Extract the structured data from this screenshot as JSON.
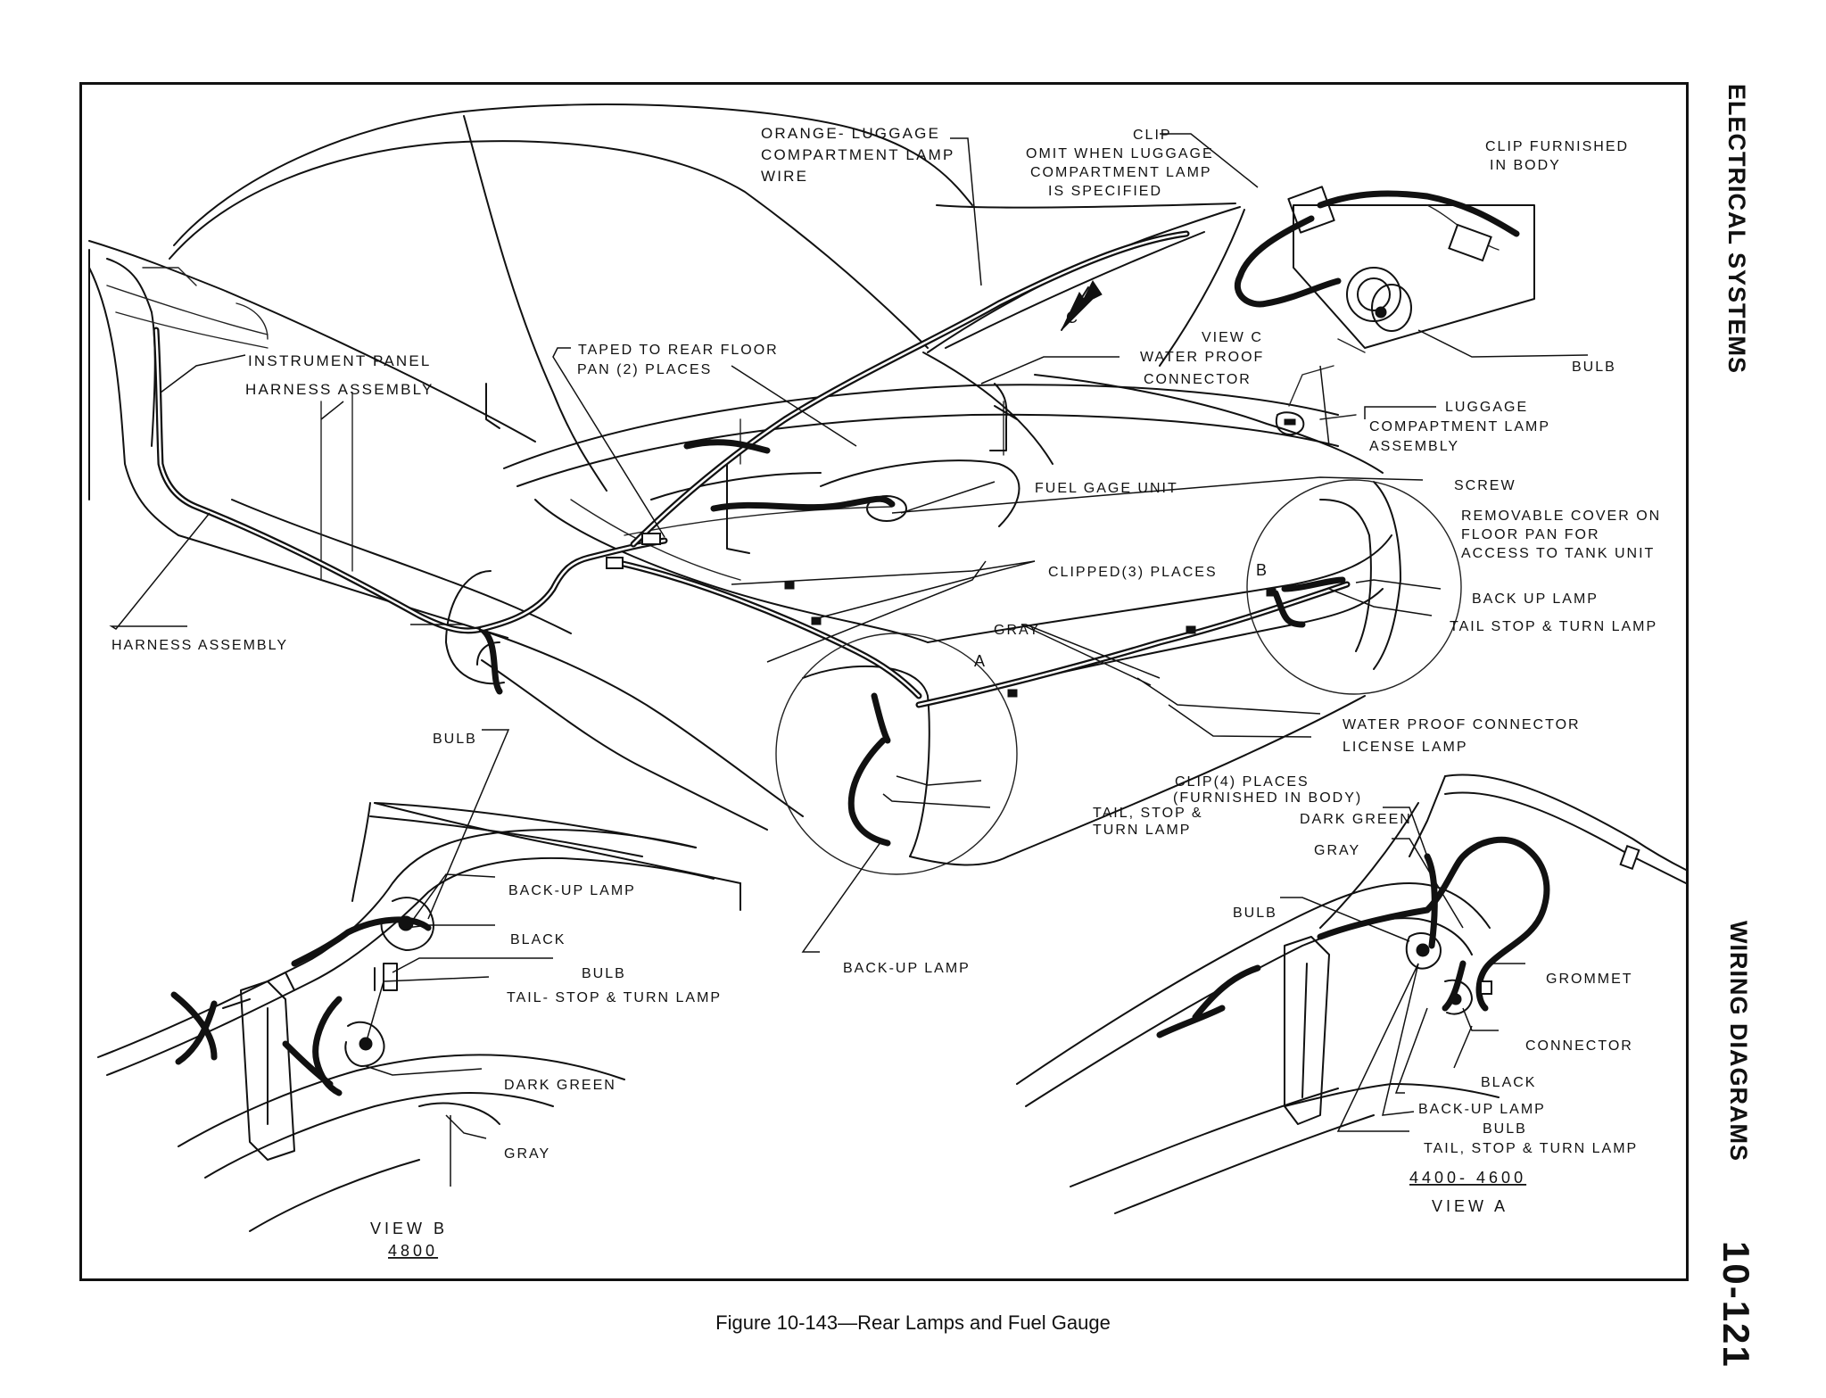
{
  "page": {
    "section_title": "ELECTRICAL SYSTEMS",
    "diagram_title": "WIRING DIAGRAMS",
    "page_number": "10-121",
    "caption": "Figure 10-143—Rear Lamps and Fuel Gauge"
  },
  "views": {
    "view_c": "VIEW C",
    "view_b": "VIEW B",
    "view_b_model": "4800",
    "view_a": "VIEW A",
    "view_a_models": "4400- 4600",
    "callout_c": "C",
    "callout_b": "B",
    "callout_a": "A"
  },
  "labels": {
    "orange_luggage_1": "ORANGE- LUGGAGE",
    "orange_luggage_2": "COMPARTMENT LAMP",
    "orange_luggage_3": "WIRE",
    "clip_1": "CLIP",
    "clip_2": "OMIT WHEN LUGGAGE",
    "clip_3": "COMPARTMENT LAMP",
    "clip_4": "IS SPECIFIED",
    "clip_furnished_1": "CLIP FURNISHED",
    "clip_furnished_2": "IN BODY",
    "bulb_top": "BULB",
    "luggage_lamp_1": "LUGGAGE",
    "luggage_lamp_2": "COMPAPTMENT LAMP",
    "luggage_lamp_3": "ASSEMBLY",
    "screw": "SCREW",
    "removable_cover_1": "REMOVABLE COVER ON",
    "removable_cover_2": "FLOOR PAN FOR",
    "removable_cover_3": "ACCESS TO TANK UNIT",
    "water_proof_top_1": "WATER PROOF",
    "water_proof_top_2": "CONNECTOR",
    "instrument_panel_1": "INSTRUMENT PANEL",
    "instrument_panel_2": "HARNESS ASSEMBLY",
    "taped_1": "TAPED TO REAR FLOOR",
    "taped_2": "PAN (2) PLACES",
    "fuel_gage": "FUEL GAGE UNIT",
    "clipped_3": "CLIPPED(3) PLACES",
    "back_up_right": "BACK UP LAMP",
    "tail_stop_right": "TAIL STOP & TURN LAMP",
    "harness_assembly": "HARNESS ASSEMBLY",
    "gray_main": "GRAY",
    "water_proof_main": "WATER PROOF CONNECTOR",
    "license_lamp": "LICENSE LAMP",
    "clip4_1": "CLIP(4) PLACES",
    "clip4_2": "(FURNISHED IN BODY)",
    "tail_stop_main_1": "TAIL, STOP &",
    "tail_stop_main_2": "TURN LAMP",
    "back_up_main": "BACK-UP LAMP",
    "vb_bulb_top": "BULB",
    "vb_back_up": "BACK-UP LAMP",
    "vb_black": "BLACK",
    "vb_bulb_mid": "BULB",
    "vb_tail_stop": "TAIL- STOP & TURN LAMP",
    "vb_dark_green": "DARK GREEN",
    "vb_gray": "GRAY",
    "va_dark_green": "DARK GREEN",
    "va_gray": "GRAY",
    "va_bulb": "BULB",
    "va_grommet": "GROMMET",
    "va_connector": "CONNECTOR",
    "va_black": "BLACK",
    "va_back_up": "BACK-UP LAMP",
    "va_bulb_lower": "BULB",
    "va_tail_stop": "TAIL, STOP & TURN LAMP"
  }
}
